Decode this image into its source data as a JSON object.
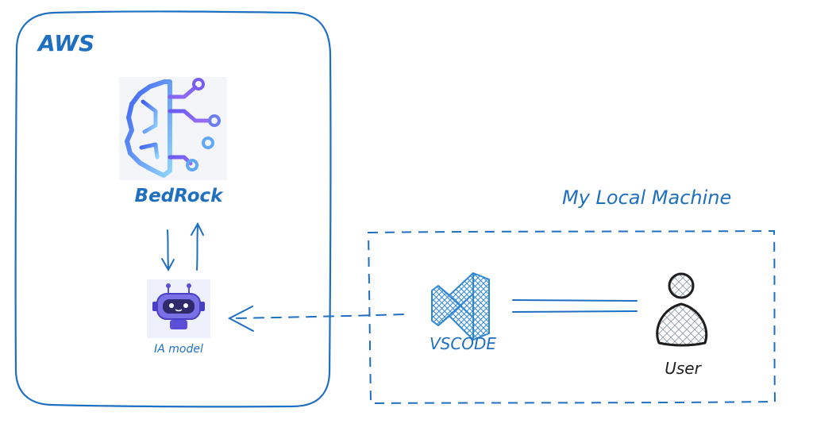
{
  "aws_group": {
    "label": "AWS"
  },
  "bedrock": {
    "label": "BedRock",
    "icon": "brain-circuit-icon"
  },
  "model": {
    "label": "IA model",
    "icon": "robot-icon"
  },
  "local_group": {
    "label": "My Local Machine"
  },
  "vscode": {
    "label": "VSCODE",
    "icon": "vscode-icon"
  },
  "user": {
    "label": "User",
    "icon": "user-icon"
  },
  "colors": {
    "stroke_blue": "#1f6fc0",
    "icon_gradient_start": "#4a6cf7",
    "icon_gradient_end": "#8ad0ff",
    "robot_tile": "#eef0fb",
    "robot_body": "#5b4fd8",
    "user_dark": "#1e1e1e"
  }
}
